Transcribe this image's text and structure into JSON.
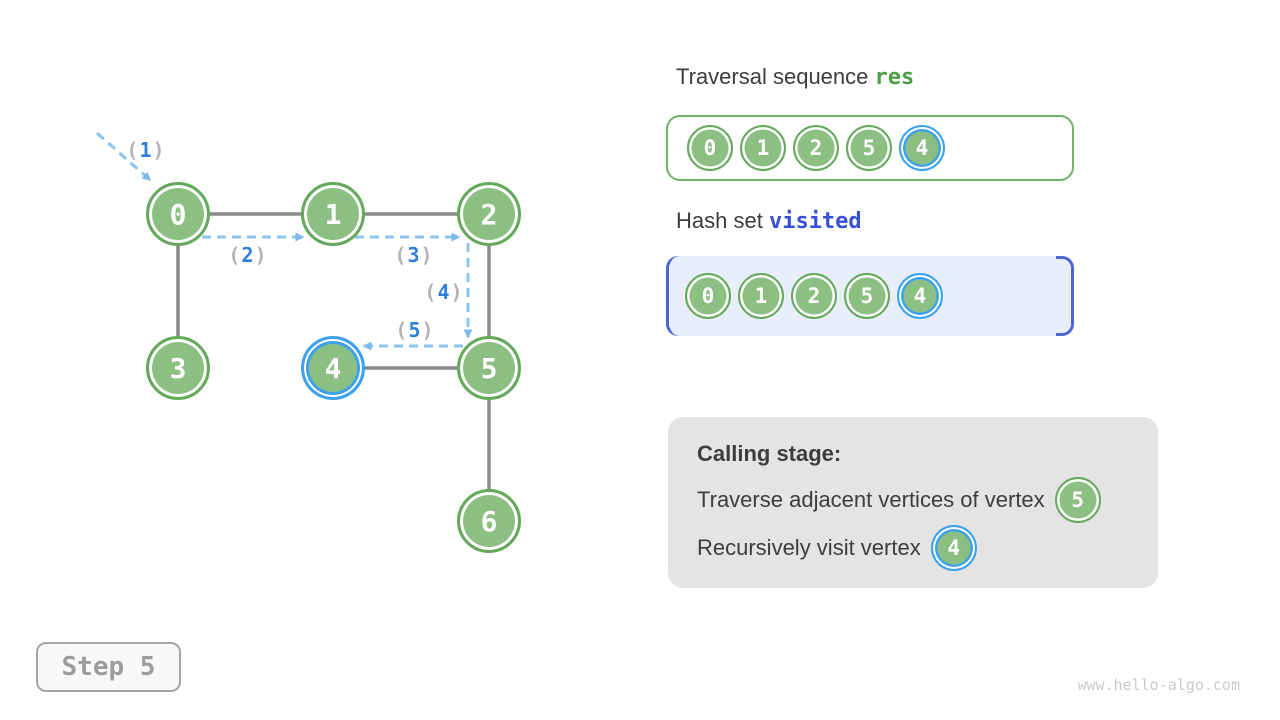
{
  "graph": {
    "nodes": [
      {
        "label": "0"
      },
      {
        "label": "1"
      },
      {
        "label": "2"
      },
      {
        "label": "3"
      },
      {
        "label": "4"
      },
      {
        "label": "5"
      },
      {
        "label": "6"
      }
    ],
    "arrow_labels": [
      {
        "open": "(",
        "num": "1",
        "close": ")"
      },
      {
        "open": "(",
        "num": "2",
        "close": ")"
      },
      {
        "open": "(",
        "num": "3",
        "close": ")"
      },
      {
        "open": "(",
        "num": "4",
        "close": ")"
      },
      {
        "open": "(",
        "num": "5",
        "close": ")"
      }
    ]
  },
  "traversal": {
    "title": "Traversal sequence",
    "code": "res",
    "items": [
      "0",
      "1",
      "2",
      "5",
      "4"
    ]
  },
  "visited": {
    "title": "Hash set",
    "code": "visited",
    "items": [
      "0",
      "1",
      "2",
      "5",
      "4"
    ]
  },
  "calling": {
    "title": "Calling stage:",
    "line1": "Traverse adjacent vertices of vertex",
    "line1_node": "5",
    "line2": "Recursively visit vertex",
    "line2_node": "4"
  },
  "step": {
    "label": "Step 5"
  },
  "watermark": "www.hello-algo.com",
  "colors": {
    "node_green": "#8cc083",
    "node_border_green": "#65a95c",
    "highlight_blue": "#3ea2ea",
    "dashed_arrow_blue": "#8cc4ee",
    "edge_gray": "#8a8a8a",
    "code_green": "#4c9e45",
    "code_blue": "#3a4fd8",
    "hash_box_bg": "#e9eefb",
    "hash_bracket_blue": "#4b66d2",
    "calling_box_bg": "#e4e4e4"
  }
}
